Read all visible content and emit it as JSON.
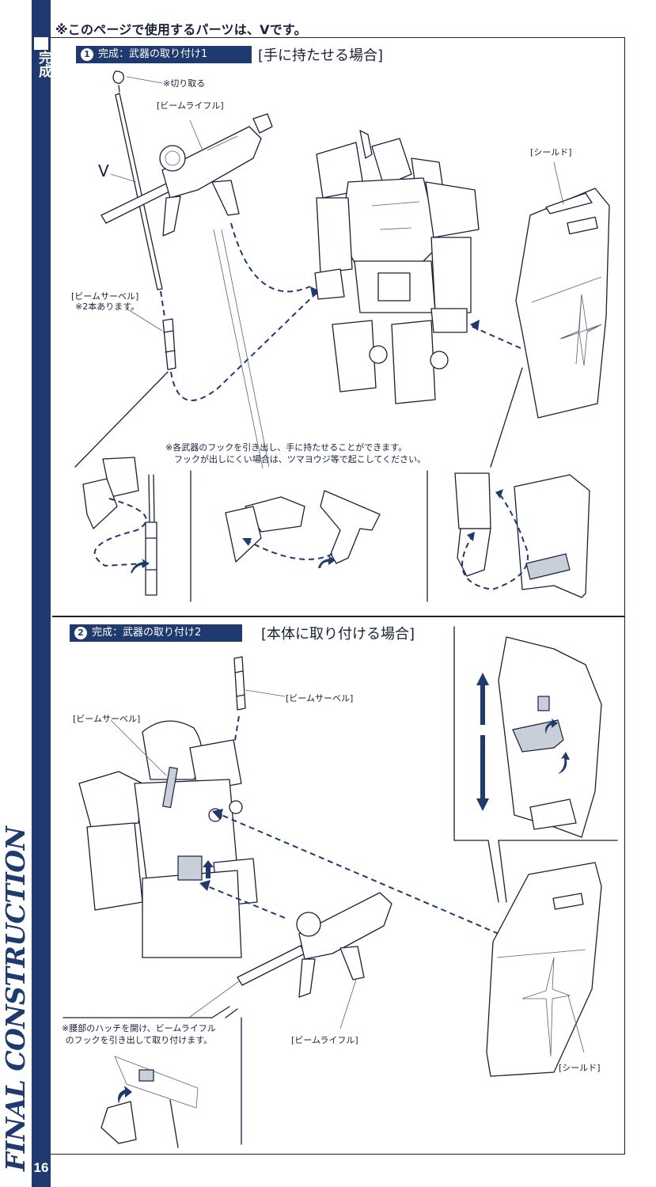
{
  "page": {
    "header_note": "※このページで使用するパーツは、Vです。",
    "side_tab": "完成",
    "side_title": "FINAL CONSTRUCTION",
    "page_number": "16",
    "accent_color": "#1f3a6e"
  },
  "step1": {
    "number": "1",
    "title": "完成：武器の取り付け1",
    "case": "[手に持たせる場合]",
    "labels": {
      "cut_off": "※切り取る",
      "beam_rifle": "[ビームライフル]",
      "runner": "V",
      "beam_saber": "[ビームサーベル]",
      "beam_saber_count": "※2本あります。",
      "shield": "[シールド]"
    },
    "hook_note_line1": "※各武器のフックを引き出し、手に持たせることができます。",
    "hook_note_line2": "フックが出しにくい場合は、ツマヨウジ等で起こしてください。"
  },
  "step2": {
    "number": "2",
    "title": "完成：武器の取り付け2",
    "case": "[本体に取り付ける場合]",
    "labels": {
      "beam_saber_top": "[ビームサーベル]",
      "beam_saber_back": "[ビームサーベル]",
      "beam_rifle": "[ビームライフル]",
      "shield": "[シールド]"
    },
    "hip_note_line1": "※腰部のハッチを開け、ビームライフル",
    "hip_note_line2": "のフックを引き出して取り付けます。"
  }
}
